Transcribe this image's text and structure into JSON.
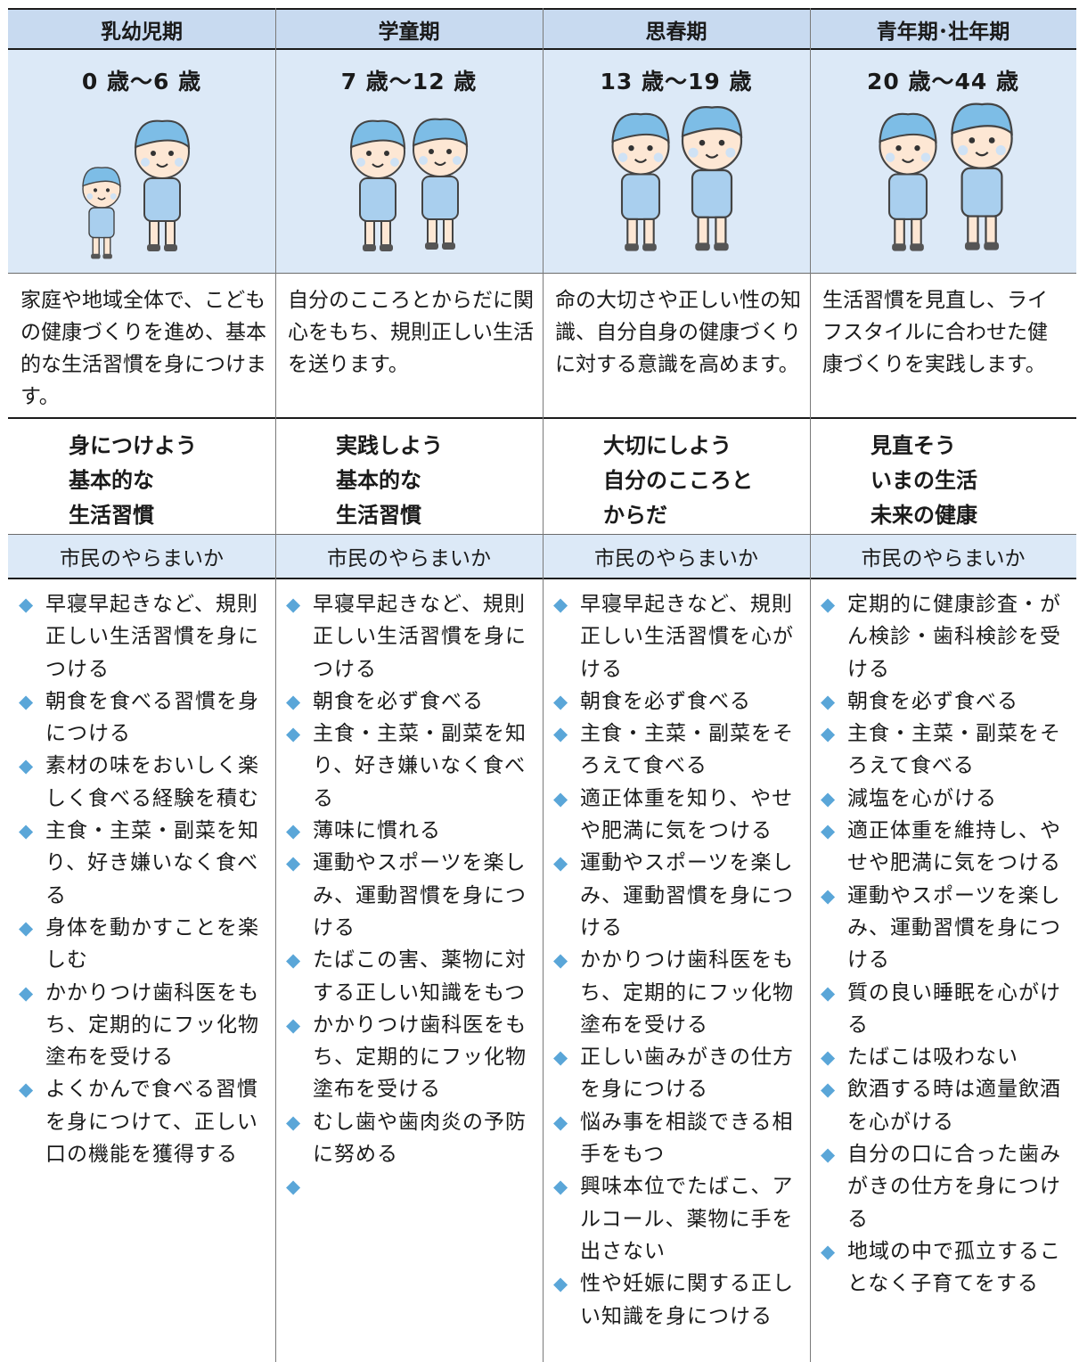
{
  "columns": [
    {
      "stage": "乳幼児期",
      "age": "0 歳～6 歳",
      "description": "家庭や地域全体で、こどもの健康づくりを進め、基本的な生活習慣を身につけます。",
      "slogan": [
        "身につけよう",
        "基本的な",
        "生活習慣"
      ],
      "subheader": "市民のやらまいか",
      "items": [
        "早寝早起きなど、規則正しい生活習慣を身につける",
        "朝食を食べる習慣を身につける",
        "素材の味をおいしく楽しく食べる経験を積む",
        "主食・主菜・副菜を知り、好き嫌いなく食べる",
        "身体を動かすことを楽しむ",
        "かかりつけ歯科医をもち、定期的にフッ化物塗布を受ける",
        "よくかんで食べる習慣を身につけて、正しい口の機能を獲得する"
      ]
    },
    {
      "stage": "学童期",
      "age": "7 歳～12 歳",
      "description": "自分のこころとからだに関心をもち、規則正しい生活を送ります。",
      "slogan": [
        "実践しよう",
        "基本的な",
        "生活習慣"
      ],
      "subheader": "市民のやらまいか",
      "items": [
        "早寝早起きなど、規則正しい生活習慣を身につける",
        "朝食を必ず食べる",
        "主食・主菜・副菜を知り、好き嫌いなく食べる",
        "薄味に慣れる",
        "運動やスポーツを楽しみ、運動習慣を身につける",
        "たばこの害、薬物に対する正しい知識をもつ",
        "かかりつけ歯科医をもち、定期的にフッ化物塗布を受ける",
        "むし歯や歯肉炎の予防に努める",
        ""
      ]
    },
    {
      "stage": "思春期",
      "age": "13 歳～19 歳",
      "description": "命の大切さや正しい性の知識、自分自身の健康づくりに対する意識を高めます。",
      "slogan": [
        "大切にしよう",
        "自分のこころと",
        "からだ"
      ],
      "subheader": "市民のやらまいか",
      "items": [
        "早寝早起きなど、規則正しい生活習慣を心がける",
        "朝食を必ず食べる",
        "主食・主菜・副菜をそろえて食べる",
        "適正体重を知り、やせや肥満に気をつける",
        "運動やスポーツを楽しみ、運動習慣を身につける",
        "かかりつけ歯科医をもち、定期的にフッ化物塗布を受ける",
        "正しい歯みがきの仕方を身につける",
        "悩み事を相談できる相手をもつ",
        "興味本位でたばこ、アルコール、薬物に手を出さない",
        "性や妊娠に関する正しい知識を身につける"
      ]
    },
    {
      "stage": "青年期･壮年期",
      "age": "20 歳～44 歳",
      "description": "生活習慣を見直し、ライフスタイルに合わせた健康づくりを実践します。",
      "slogan": [
        "見直そう",
        "いまの生活",
        "未来の健康"
      ],
      "subheader": "市民のやらまいか",
      "items": [
        "定期的に健康診査・がん検診・歯科検診を受ける",
        "朝食を必ず食べる",
        "主食・主菜・副菜をそろえて食べる",
        "減塩を心がける",
        "適正体重を維持し、やせや肥満に気をつける",
        "運動やスポーツを楽しみ、運動習慣を身につける",
        "質の良い睡眠を心がける",
        "たばこは吸わない",
        "飲酒する時は適量飲酒を心がける",
        "自分の口に合った歯みがきの仕方を身につける",
        "地域の中で孤立することなく子育てをする"
      ]
    }
  ],
  "bullet_icon": "diamond-icon",
  "colors": {
    "header_bg": "#c8daf0",
    "light_bg": "#dce9f7",
    "bullet": "#5aa6d8",
    "hair": "#7dbde6"
  }
}
